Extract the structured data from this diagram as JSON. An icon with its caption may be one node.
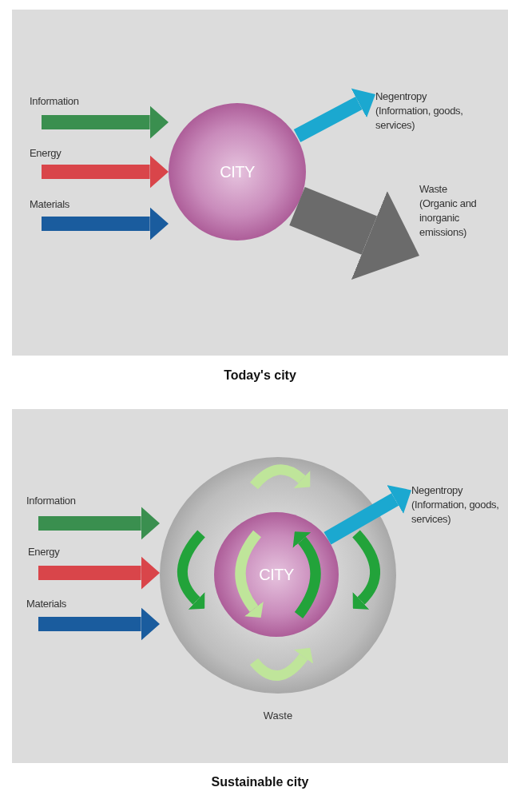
{
  "diagram": {
    "nodes": [
      {
        "text": [
          "Today's city"
        ]
      },
      {
        "text": [
          "CITY"
        ],
        "in": 0
      },
      {
        "text": [
          "Negentropy",
          "(Information, goods, services)"
        ],
        "in": 0
      },
      {
        "text": [
          "Waste",
          "(Organic and inorganic emissions)"
        ],
        "in": 0
      },
      {
        "text": [
          "Sustainable city"
        ]
      },
      {
        "text": [],
        "shape": "circle",
        "in": 4,
        "beside": [
          "Waste"
        ]
      },
      {
        "text": [
          "CITY"
        ],
        "in": 5
      },
      {
        "text": [
          "Negentropy",
          "(Information, goods, services)"
        ],
        "in": 4
      }
    ],
    "edges": [
      {
        "from": null,
        "to": 1,
        "arrow": "to",
        "label": "Information",
        "color": "#3a8f4f"
      },
      {
        "from": null,
        "to": 1,
        "arrow": "to",
        "label": "Energy",
        "color": "#d9454a"
      },
      {
        "from": null,
        "to": 1,
        "arrow": "to",
        "label": "Materials",
        "color": "#1a5c9e"
      },
      {
        "from": 1,
        "to": 2,
        "arrow": "to",
        "color": "#1ba8d0"
      },
      {
        "from": 1,
        "to": 3,
        "arrow": "to",
        "style": "thick",
        "color": "#6b6b6b"
      },
      {
        "from": null,
        "to": 5,
        "arrow": "to",
        "label": "Information",
        "color": "#3a8f4f"
      },
      {
        "from": null,
        "to": 5,
        "arrow": "to",
        "label": "Energy",
        "color": "#d9454a"
      },
      {
        "from": null,
        "to": 5,
        "arrow": "to",
        "label": "Materials",
        "color": "#1a5c9e"
      },
      {
        "from": 6,
        "to": 7,
        "arrow": "to",
        "color": "#1ba8d0"
      }
    ]
  }
}
